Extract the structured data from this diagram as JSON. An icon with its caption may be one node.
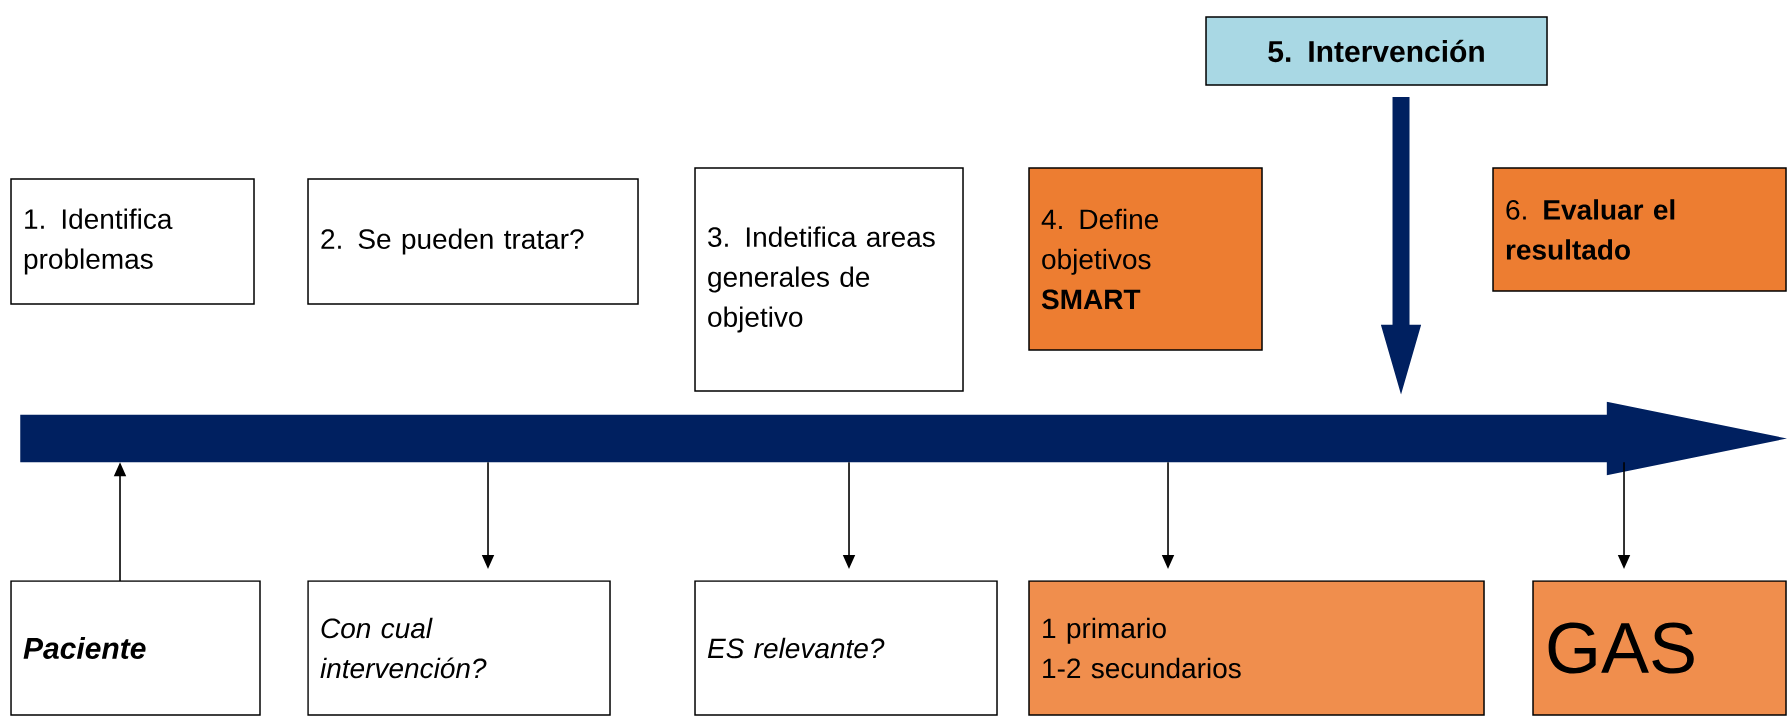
{
  "diagram": {
    "nodes": [
      {
        "text": [
          "5. Intervención"
        ]
      },
      {
        "text": [
          "1. Identifica problemas"
        ]
      },
      {
        "text": [
          "2. Se pueden tratar?"
        ]
      },
      {
        "text": [
          "3. Indetifica areas generales de objetivo"
        ]
      },
      {
        "text": [
          "4. Define objetivos **SMART**"
        ]
      },
      {
        "text": [
          "6. **Evaluar el resultado**"
        ]
      },
      {
        "text": [],
        "shape": "arrow"
      },
      {
        "text": [
          "Paciente"
        ]
      },
      {
        "text": [
          "Con cual intervención?"
        ]
      },
      {
        "text": [
          "ES relevante?"
        ]
      },
      {
        "text": [
          "1 primario",
          "1-2 secundarios"
        ]
      },
      {
        "text": [
          "GAS"
        ]
      }
    ],
    "edges": [
      {
        "from": 0,
        "to": 6,
        "arrow": "to",
        "style": "thick",
        "color": "#002060"
      },
      {
        "from": 7,
        "to": 6,
        "arrow": "to"
      },
      {
        "from": 6,
        "to": 8,
        "arrow": "to"
      },
      {
        "from": 6,
        "to": 9,
        "arrow": "to"
      },
      {
        "from": 6,
        "to": 10,
        "arrow": "to"
      },
      {
        "from": 6,
        "to": 11,
        "arrow": "to"
      }
    ]
  }
}
